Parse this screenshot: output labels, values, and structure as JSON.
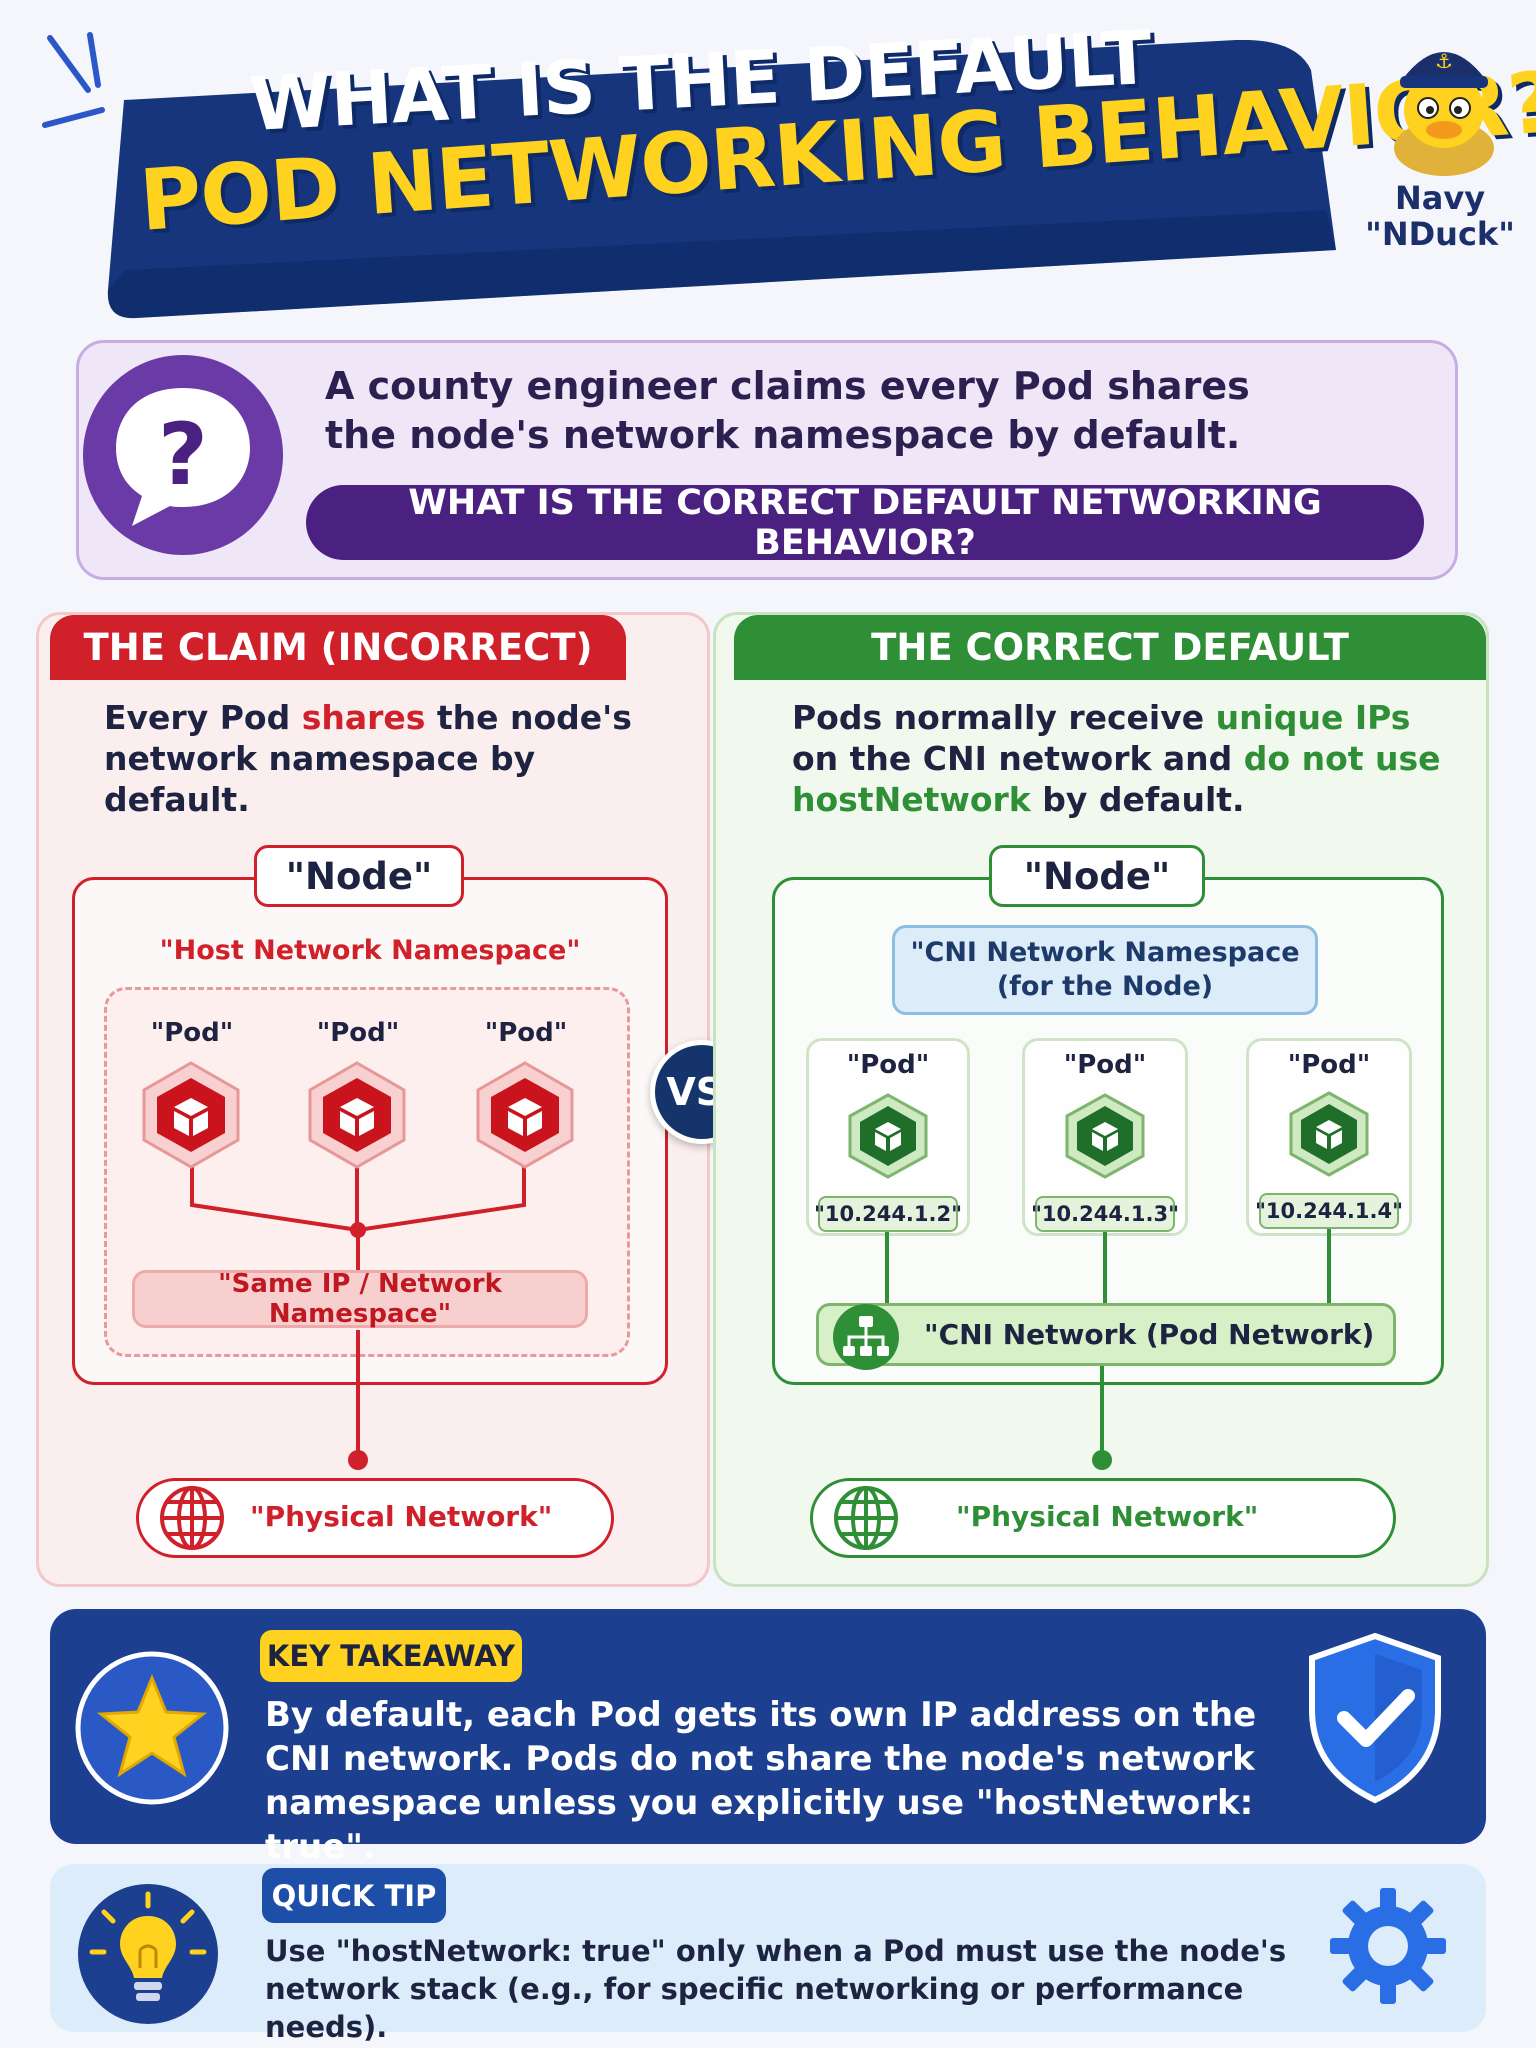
{
  "header": {
    "title_line1": "WHAT IS THE DEFAULT",
    "title_line2": "POD NETWORKING BEHAVIOR?",
    "mascot_line1": "Navy",
    "mascot_line2": "\"NDuck\""
  },
  "question": {
    "line1": "A county engineer claims every Pod shares",
    "line2": "the node's network namespace by default.",
    "banner": "WHAT IS THE CORRECT DEFAULT NETWORKING BEHAVIOR?",
    "icon": "question-bubble-icon"
  },
  "left": {
    "tab": "THE CLAIM (INCORRECT)",
    "desc_line1_a": "Every Pod ",
    "desc_line1_b": "shares",
    "desc_line1_c": " the node's",
    "desc_line2": "network namespace by default.",
    "node_label": "\"Node\"",
    "host_ns": "\"Host Network Namespace\"",
    "pods": [
      "\"Pod\"",
      "\"Pod\"",
      "\"Pod\""
    ],
    "same_ip": "\"Same IP / Network Namespace\"",
    "physical": "\"Physical Network\"",
    "color": "#d0202a"
  },
  "vs": "VS.",
  "right": {
    "tab": "THE CORRECT DEFAULT",
    "desc_line1_a": "Pods normally receive ",
    "desc_line1_b": "unique IPs",
    "desc_line2_a": "on the CNI network and ",
    "desc_line2_b": "do not use",
    "desc_line3_a": "hostNetwork",
    "desc_line3_b": " by default.",
    "node_label": "\"Node\"",
    "cni_ns_line1": "\"CNI Network Namespace",
    "cni_ns_line2": "(for the Node)",
    "pods": [
      {
        "label": "\"Pod\"",
        "ip": "\"10.244.1.2\""
      },
      {
        "label": "\"Pod\"",
        "ip": "\"10.244.1.3\""
      },
      {
        "label": "\"Pod\"",
        "ip": "\"10.244.1.4\""
      }
    ],
    "cni_net": "\"CNI Network (Pod Network)",
    "physical": "\"Physical Network\"",
    "color": "#2f8f37"
  },
  "takeaway": {
    "badge": "KEY TAKEAWAY",
    "line1": "By default, each Pod gets its own IP address on the",
    "line2": "CNI network. Pods do not share the node's network",
    "line3": "namespace unless you explicitly use \"hostNetwork: true\"."
  },
  "tip": {
    "badge": "QUICK TIP",
    "line1": "Use \"hostNetwork: true\" only when a Pod must use the node's",
    "line2": "network stack (e.g., for specific networking or performance needs)."
  }
}
